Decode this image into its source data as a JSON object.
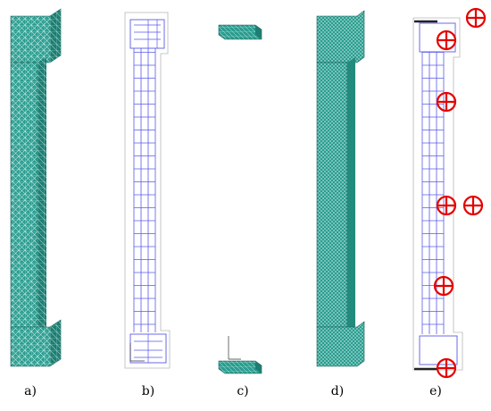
{
  "panels": [
    {
      "id": "a",
      "label": "a)"
    },
    {
      "id": "b",
      "label": "b)"
    },
    {
      "id": "c",
      "label": "c)"
    },
    {
      "id": "d",
      "label": "d)"
    },
    {
      "id": "e",
      "label": "e)"
    }
  ],
  "colors": {
    "mesh_fill": "#2a9d8f",
    "mesh_line": "#bfe7e2",
    "cage": "#5a5ae6",
    "outline": "#b8b8b8",
    "marker": "#e60000"
  },
  "icons": {
    "sensor_marker": "circled-plus-icon"
  }
}
